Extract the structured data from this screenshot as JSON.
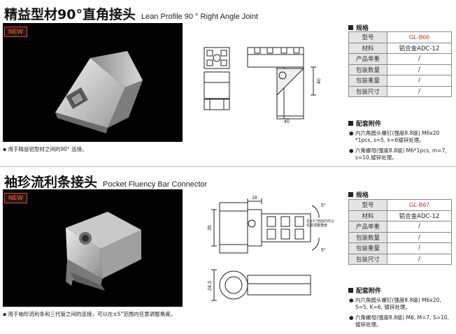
{
  "section1": {
    "title": "精益型材90°直角接头",
    "subtitle": "Lean Profile 90 °   Right Angle Joint",
    "badge": "NEW",
    "note": "用于精益铝型材之间的90° 连接。",
    "drawing": {
      "dim_horizontal": "40",
      "dim_vertical": "40"
    },
    "spec_title": "规格",
    "spec_rows": [
      {
        "key": "型号",
        "value": "GL-B66"
      },
      {
        "key": "材料",
        "value": "铝合金ADC-12"
      },
      {
        "key": "产品单重",
        "value": "/"
      },
      {
        "key": "包装数量",
        "value": "/"
      },
      {
        "key": "包装重量",
        "value": "/"
      },
      {
        "key": "包装尺寸",
        "value": "/"
      }
    ],
    "accessories_title": "配套附件",
    "accessories": [
      "内六角圆头螺钉(强度8.8级) M6x20 *1pcs, s=5, k=6镀锌处理。",
      "六角螺母(强度8.8级) M6*1pcs, m=7, s=10,镀锌处理。"
    ]
  },
  "section2": {
    "title": "袖珍流利条接头",
    "subtitle": "Pocket Fluency Bar Connector",
    "badge": "NEW",
    "note": "用于袖珍流利条和三代管之间的连接，可以在±5°范围内任意调整角度。",
    "drawing": {
      "dim_18": "18",
      "dim_35": "35",
      "dim_24": "24.3",
      "angle_top": "5°",
      "angle_bottom": "5°",
      "callout": "在±5°范围内可以任意调整角度"
    },
    "spec_title": "规格",
    "spec_rows": [
      {
        "key": "型号",
        "value": "GL-B67"
      },
      {
        "key": "材料",
        "value": "铝合金ADC-12"
      },
      {
        "key": "产品单重",
        "value": "/"
      },
      {
        "key": "包装数量",
        "value": "/"
      },
      {
        "key": "包装重量",
        "value": "/"
      },
      {
        "key": "包装尺寸",
        "value": "/"
      }
    ],
    "accessories_title": "配套附件",
    "accessories": [
      "内六角圆头螺钉(强度8.8级) M6x20, S=5, K=6, 镀锌处理。",
      "六角螺母(强度8.8级) M6, M=7, S=10, 镀锌处理。"
    ]
  }
}
